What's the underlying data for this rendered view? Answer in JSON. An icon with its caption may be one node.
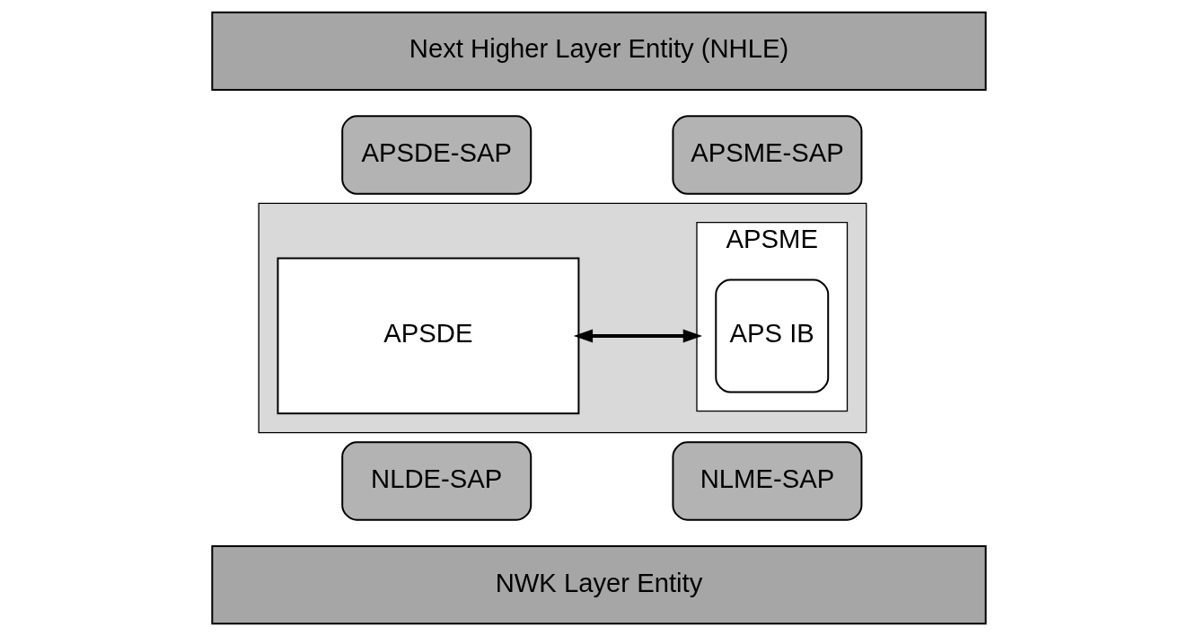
{
  "diagram": {
    "nodes": [
      {
        "text": [
          "Next Higher Layer Entity (NHLE)"
        ]
      },
      {
        "text": [],
        "shape": "box"
      },
      {
        "text": [
          "APSDE-SAP"
        ]
      },
      {
        "text": [
          "APSME-SAP"
        ]
      },
      {
        "text": [
          "APSDE"
        ],
        "in": 1
      },
      {
        "text": [
          "APSME"
        ],
        "in": 1
      },
      {
        "text": [
          "APS IB"
        ],
        "in": 5
      },
      {
        "text": [
          "NLDE-SAP"
        ]
      },
      {
        "text": [
          "NLME-SAP"
        ]
      },
      {
        "text": [
          "NWK Layer Entity"
        ]
      }
    ],
    "edges": [
      {
        "from": 4,
        "to": 5,
        "arrow": "both"
      }
    ]
  }
}
